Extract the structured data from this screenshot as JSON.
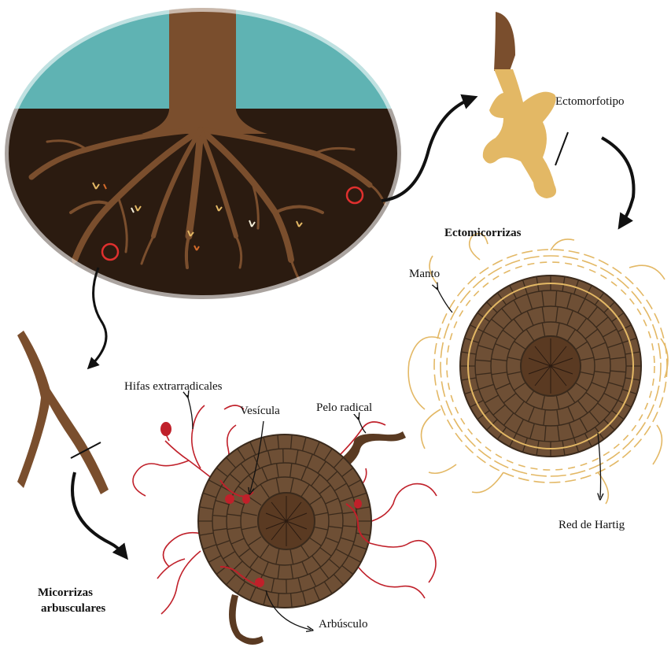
{
  "labels": {
    "ectomorfotipo": "Ectomorfotipo",
    "ectomicorrizas": "Ectomicorrizas",
    "manto": "Manto",
    "red_hartig": "Red de Hartig",
    "hifas": "Hifas extrarradicales",
    "vesicula": "Vesícula",
    "pelo_radical": "Pelo radical",
    "arbusculo": "Arbúsculo",
    "micorrizas_line1": "Micorrizas",
    "micorrizas_line2": "arbusculares"
  },
  "colors": {
    "sky": "#5fb3b3",
    "soil": "#2b1b10",
    "root": "#7a4e2d",
    "root_dark": "#5a3a22",
    "ecto_fungus": "#e3b865",
    "hyphae_red": "#c0202a",
    "circle_marker": "#e0302e",
    "cell_fill": "#6e4f35",
    "cell_stroke": "#3a2a1c",
    "arrow": "#111111"
  }
}
